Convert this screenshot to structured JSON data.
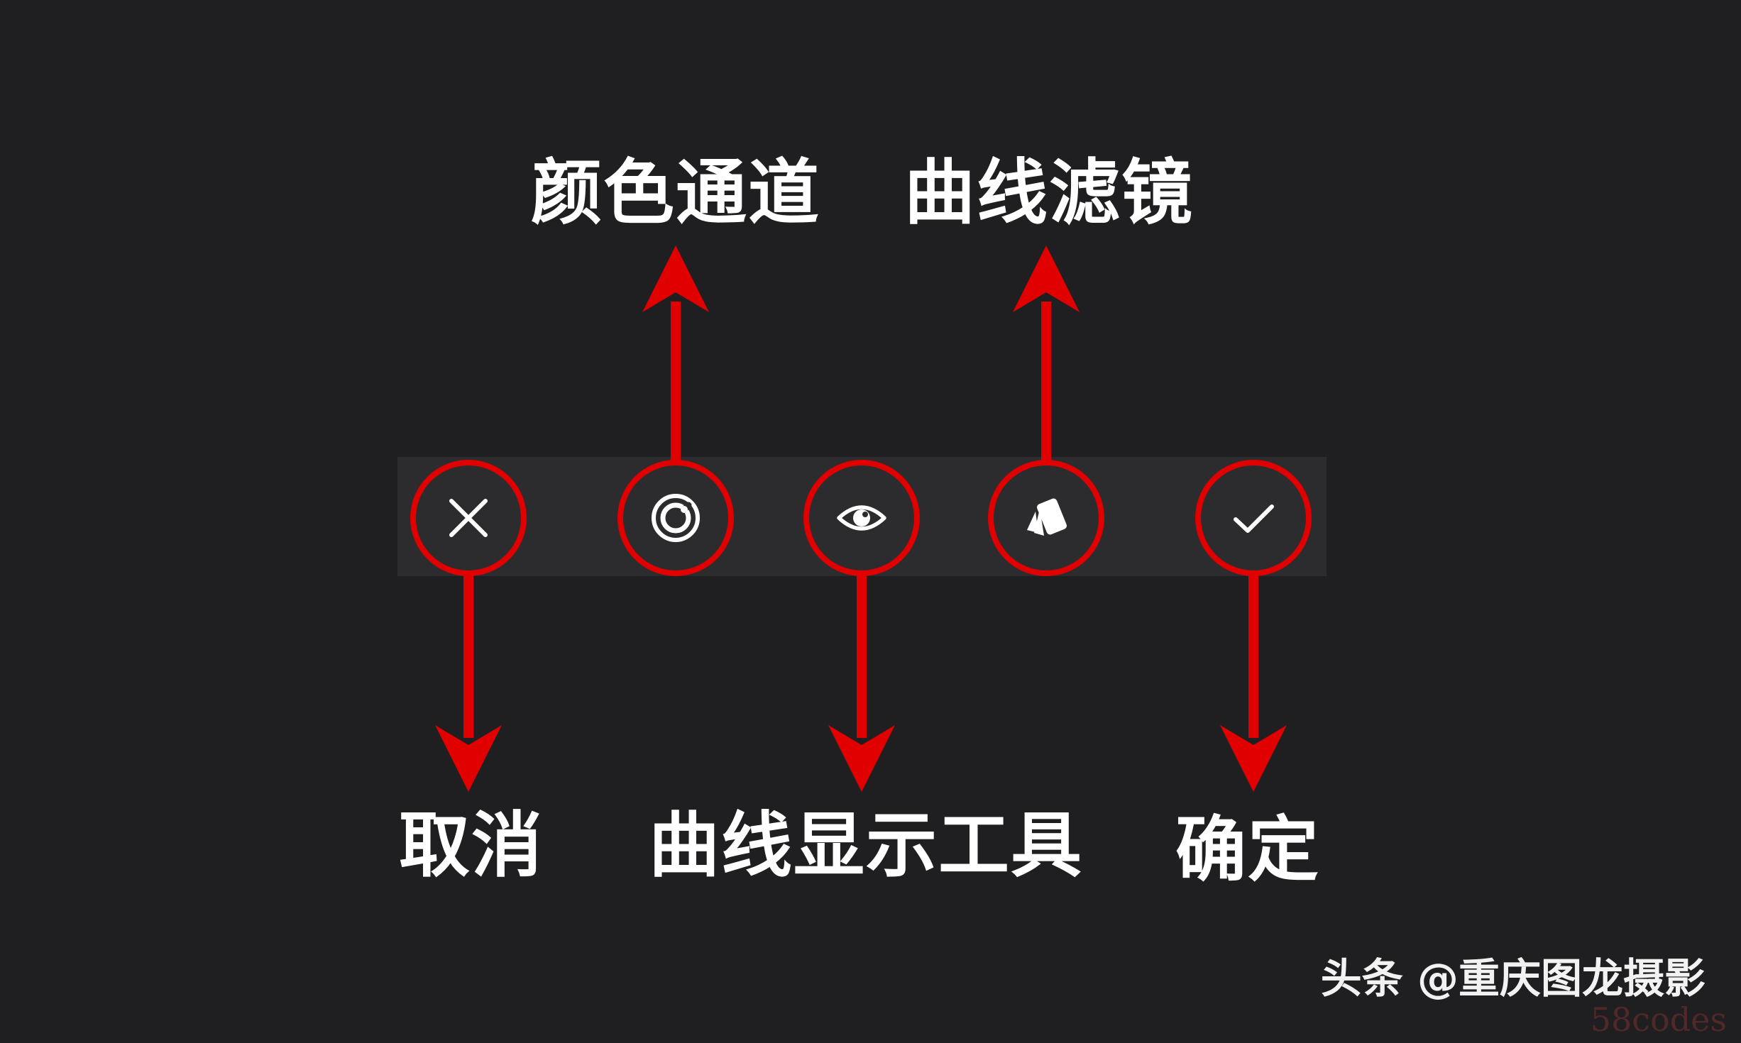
{
  "toolbar": {
    "buttons": [
      {
        "id": "cancel",
        "icon": "close-icon"
      },
      {
        "id": "color-channel",
        "icon": "color-channel-icon"
      },
      {
        "id": "curve-display",
        "icon": "eye-icon"
      },
      {
        "id": "curve-filter",
        "icon": "filter-cards-icon"
      },
      {
        "id": "confirm",
        "icon": "check-icon"
      }
    ]
  },
  "annotations": {
    "cancel": "取消",
    "color_channel": "颜色通道",
    "curve_display_tool": "曲线显示工具",
    "curve_filter": "曲线滤镜",
    "confirm": "确定"
  },
  "watermark": {
    "text": "头条 @重庆图龙摄影",
    "sub": "58codes"
  },
  "colors": {
    "background": "#1f1f22",
    "toolbar": "#2c2c2e",
    "annotation_red": "#e00000",
    "icon": "#ffffff"
  }
}
